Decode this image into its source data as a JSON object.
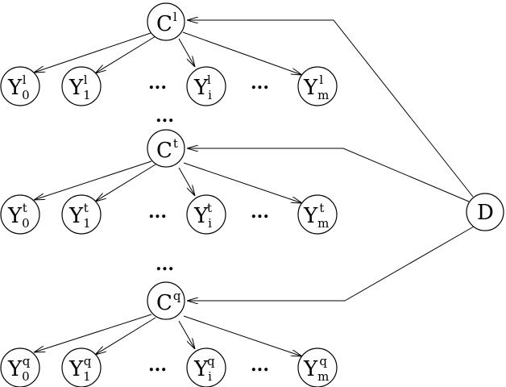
{
  "nodes": {
    "c1": {
      "base": "C",
      "sup": "l",
      "sub": ""
    },
    "ct": {
      "base": "C",
      "sup": "t",
      "sub": ""
    },
    "cq": {
      "base": "C",
      "sup": "q",
      "sub": ""
    },
    "d": {
      "base": "D",
      "sup": "",
      "sub": ""
    },
    "y10": {
      "base": "Y",
      "sup": "l",
      "sub": "0"
    },
    "y11": {
      "base": "Y",
      "sup": "l",
      "sub": "1"
    },
    "y1i": {
      "base": "Y",
      "sup": "l",
      "sub": "i"
    },
    "y1m": {
      "base": "Y",
      "sup": "l",
      "sub": "m"
    },
    "yt0": {
      "base": "Y",
      "sup": "t",
      "sub": "0"
    },
    "yt1": {
      "base": "Y",
      "sup": "t",
      "sub": "1"
    },
    "yti": {
      "base": "Y",
      "sup": "t",
      "sub": "i"
    },
    "ytm": {
      "base": "Y",
      "sup": "t",
      "sub": "m"
    },
    "yq0": {
      "base": "Y",
      "sup": "q",
      "sub": "0"
    },
    "yq1": {
      "base": "Y",
      "sup": "q",
      "sub": "1"
    },
    "yqi": {
      "base": "Y",
      "sup": "q",
      "sub": "i"
    },
    "yqm": {
      "base": "Y",
      "sup": "q",
      "sub": "m"
    }
  },
  "ellipsis": "..."
}
